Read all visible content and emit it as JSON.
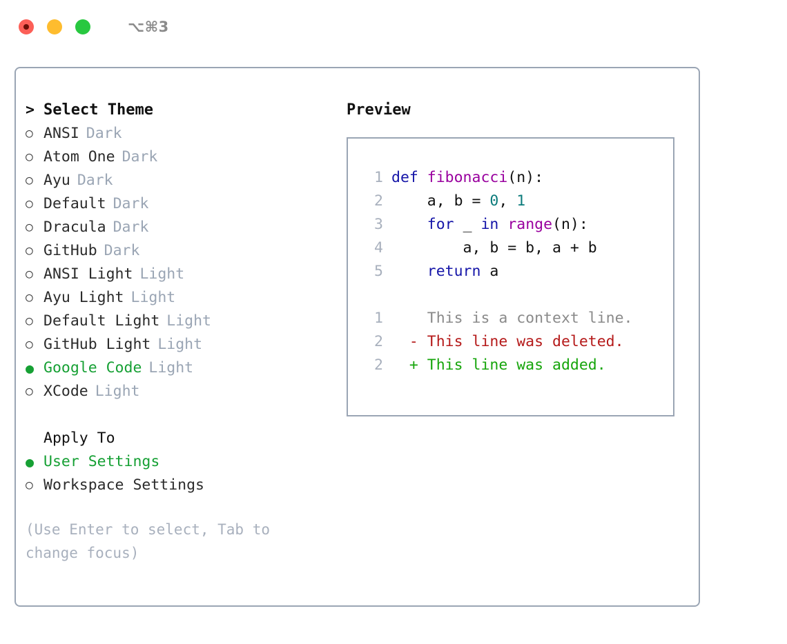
{
  "window": {
    "title": "⌥⌘3",
    "traffic_lights": [
      {
        "name": "close",
        "color": "#fc5f57"
      },
      {
        "name": "minimize",
        "color": "#febc2e"
      },
      {
        "name": "maximize",
        "color": "#28c840"
      }
    ]
  },
  "colors": {
    "accent_green": "#16a034",
    "muted": "#9aa5b4",
    "hint": "#a8b0bd",
    "border": "#9aa5b4",
    "keyword": "#1515a8",
    "function": "#99009e",
    "number": "#0b7b7b",
    "text": "#111111",
    "diff_add": "#16a50b",
    "diff_del": "#b51a1a",
    "diff_ctx": "#8a8a8a"
  },
  "theme_picker": {
    "prompt": ">",
    "heading": "Select Theme",
    "marker_selected": "●",
    "marker_unselected": "○",
    "items": [
      {
        "name": "ANSI",
        "kind": "Dark",
        "selected": false
      },
      {
        "name": "Atom One",
        "kind": "Dark",
        "selected": false
      },
      {
        "name": "Ayu",
        "kind": "Dark",
        "selected": false
      },
      {
        "name": "Default",
        "kind": "Dark",
        "selected": false
      },
      {
        "name": "Dracula",
        "kind": "Dark",
        "selected": false
      },
      {
        "name": "GitHub",
        "kind": "Dark",
        "selected": false
      },
      {
        "name": "ANSI Light",
        "kind": "Light",
        "selected": false
      },
      {
        "name": "Ayu Light",
        "kind": "Light",
        "selected": false
      },
      {
        "name": "Default Light",
        "kind": "Light",
        "selected": false
      },
      {
        "name": "GitHub Light",
        "kind": "Light",
        "selected": false
      },
      {
        "name": "Google Code",
        "kind": "Light",
        "selected": true
      },
      {
        "name": "XCode",
        "kind": "Light",
        "selected": false
      }
    ]
  },
  "apply_to": {
    "heading": "Apply To",
    "options": [
      {
        "name": "User Settings",
        "selected": true
      },
      {
        "name": "Workspace Settings",
        "selected": false
      }
    ]
  },
  "hint": "(Use Enter to select, Tab to change focus)",
  "preview": {
    "title": "Preview",
    "code_lines": [
      {
        "no": "1",
        "tokens": [
          {
            "t": "def ",
            "c": "kw"
          },
          {
            "t": "fibonacci",
            "c": "fn"
          },
          {
            "t": "(n):",
            "c": "plain"
          }
        ]
      },
      {
        "no": "2",
        "tokens": [
          {
            "t": "    a, b = ",
            "c": "plain"
          },
          {
            "t": "0",
            "c": "num"
          },
          {
            "t": ", ",
            "c": "plain"
          },
          {
            "t": "1",
            "c": "num"
          }
        ]
      },
      {
        "no": "3",
        "tokens": [
          {
            "t": "    ",
            "c": "plain"
          },
          {
            "t": "for",
            "c": "kw"
          },
          {
            "t": " _ ",
            "c": "plain"
          },
          {
            "t": "in",
            "c": "kw"
          },
          {
            "t": " ",
            "c": "plain"
          },
          {
            "t": "range",
            "c": "fn"
          },
          {
            "t": "(n):",
            "c": "plain"
          }
        ]
      },
      {
        "no": "4",
        "tokens": [
          {
            "t": "        a, b = b, a + b",
            "c": "plain"
          }
        ]
      },
      {
        "no": "5",
        "tokens": [
          {
            "t": "    ",
            "c": "plain"
          },
          {
            "t": "return",
            "c": "kw"
          },
          {
            "t": " a",
            "c": "plain"
          }
        ]
      }
    ],
    "diff_lines": [
      {
        "no": "1",
        "marker": " ",
        "text": "This is a context line.",
        "kind": "ctx"
      },
      {
        "no": "2",
        "marker": "-",
        "text": "This line was deleted.",
        "kind": "del"
      },
      {
        "no": "2",
        "marker": "+",
        "text": "This line was added.",
        "kind": "add"
      }
    ]
  }
}
